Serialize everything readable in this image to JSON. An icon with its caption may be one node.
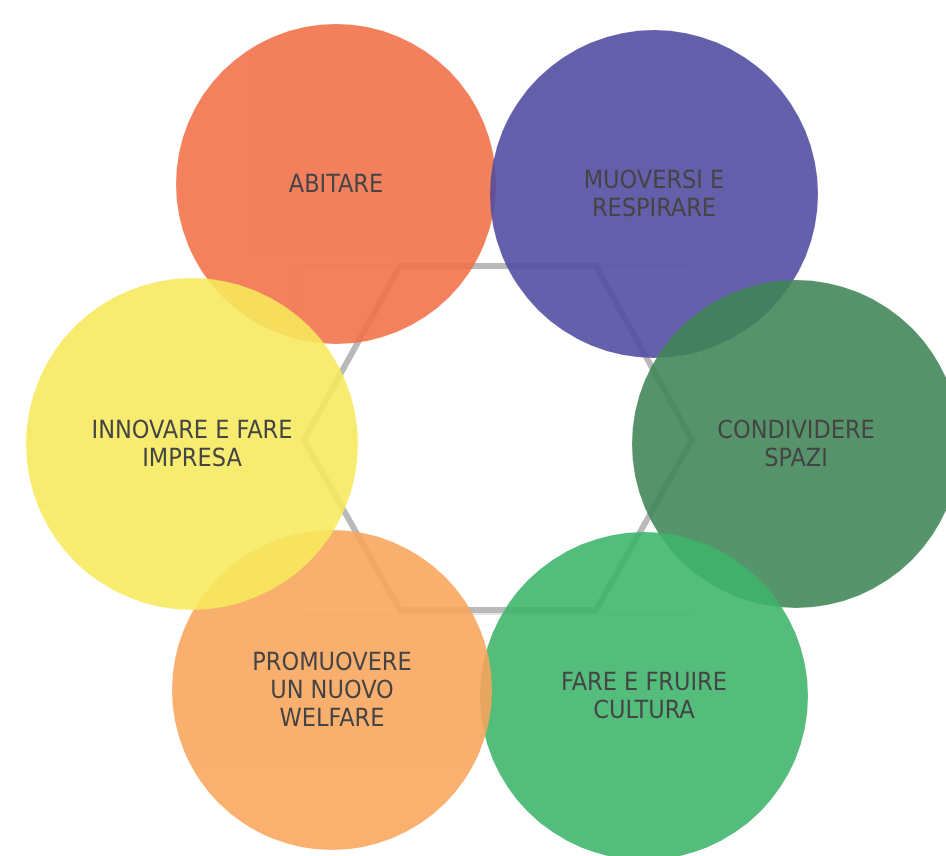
{
  "diagram": {
    "nodes": [
      {
        "text": [
          "ABITARE"
        ]
      },
      {
        "text": [
          "MUOVERSI E RESPIRARE"
        ]
      },
      {
        "text": [
          "CONDIVIDERE SPAZI"
        ]
      },
      {
        "text": [
          "FARE E FRUIRE CULTURA"
        ]
      },
      {
        "text": [
          "PROMUOVERE UN NUOVO WELFARE"
        ]
      },
      {
        "text": [
          "INNOVARE E FARE IMPRESA"
        ]
      }
    ]
  }
}
